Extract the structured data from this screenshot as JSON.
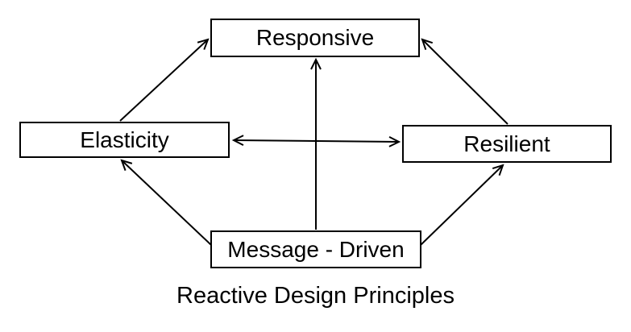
{
  "diagram": {
    "title": "Reactive Design Principles",
    "colors": {
      "background": "#ffffff",
      "stroke": "#000000",
      "text": "#000000"
    },
    "nodes": [
      {
        "id": "responsive",
        "label": "Responsive"
      },
      {
        "id": "elasticity",
        "label": "Elasticity"
      },
      {
        "id": "resilient",
        "label": "Resilient"
      },
      {
        "id": "message-driven",
        "label": "Message - Driven"
      }
    ],
    "edges": [
      {
        "from": "elasticity",
        "to": "responsive",
        "direction": "one-way"
      },
      {
        "from": "resilient",
        "to": "responsive",
        "direction": "one-way"
      },
      {
        "from": "message-driven",
        "to": "responsive",
        "direction": "one-way"
      },
      {
        "from": "elasticity",
        "to": "resilient",
        "direction": "two-way"
      },
      {
        "from": "message-driven",
        "to": "elasticity",
        "direction": "one-way"
      },
      {
        "from": "message-driven",
        "to": "resilient",
        "direction": "one-way"
      }
    ]
  }
}
